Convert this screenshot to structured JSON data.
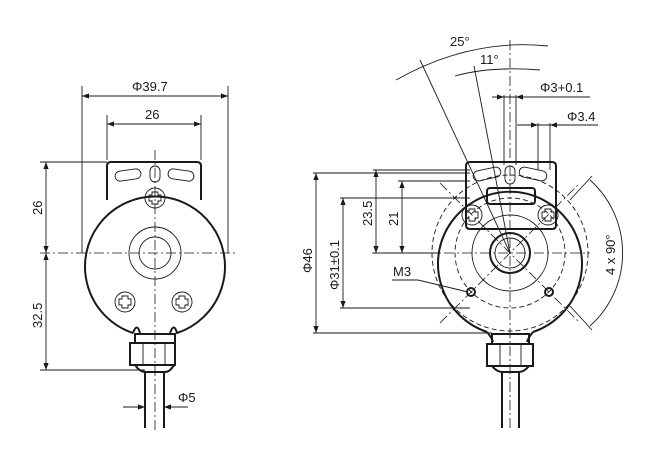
{
  "left_view": {
    "dim_diameter_body": "Φ39.7",
    "dim_bracket_width": "26",
    "dim_top_height": "26",
    "dim_bottom_height": "32.5",
    "dim_cable_diameter": "Φ5"
  },
  "right_view": {
    "dim_angle_outer": "25°",
    "dim_angle_inner": "11°",
    "dim_slot_hole": "Φ3+0.1",
    "dim_hole": "Φ3.4",
    "dim_height_235": "23.5",
    "dim_height_21": "21",
    "dim_outer_diameter": "Φ46",
    "dim_bolt_circle": "Φ31±0.1",
    "thread_label": "M3",
    "dim_angular_spacing": "4 x 90°"
  }
}
